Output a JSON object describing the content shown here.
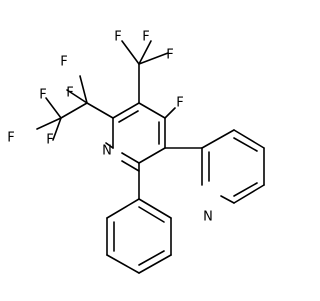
{
  "atoms": {
    "f_ethyl_a": "F",
    "f_ethyl_b": "F",
    "f_ethyl_c": "F",
    "f_ethyl_d": "F",
    "f_ethyl_e": "F",
    "f_cf3_a": "F",
    "f_cf3_b": "F",
    "f_cf3_c": "F",
    "f_ring": "F",
    "n_pyridine_main": "N",
    "n_pyridine_sub": "N"
  }
}
